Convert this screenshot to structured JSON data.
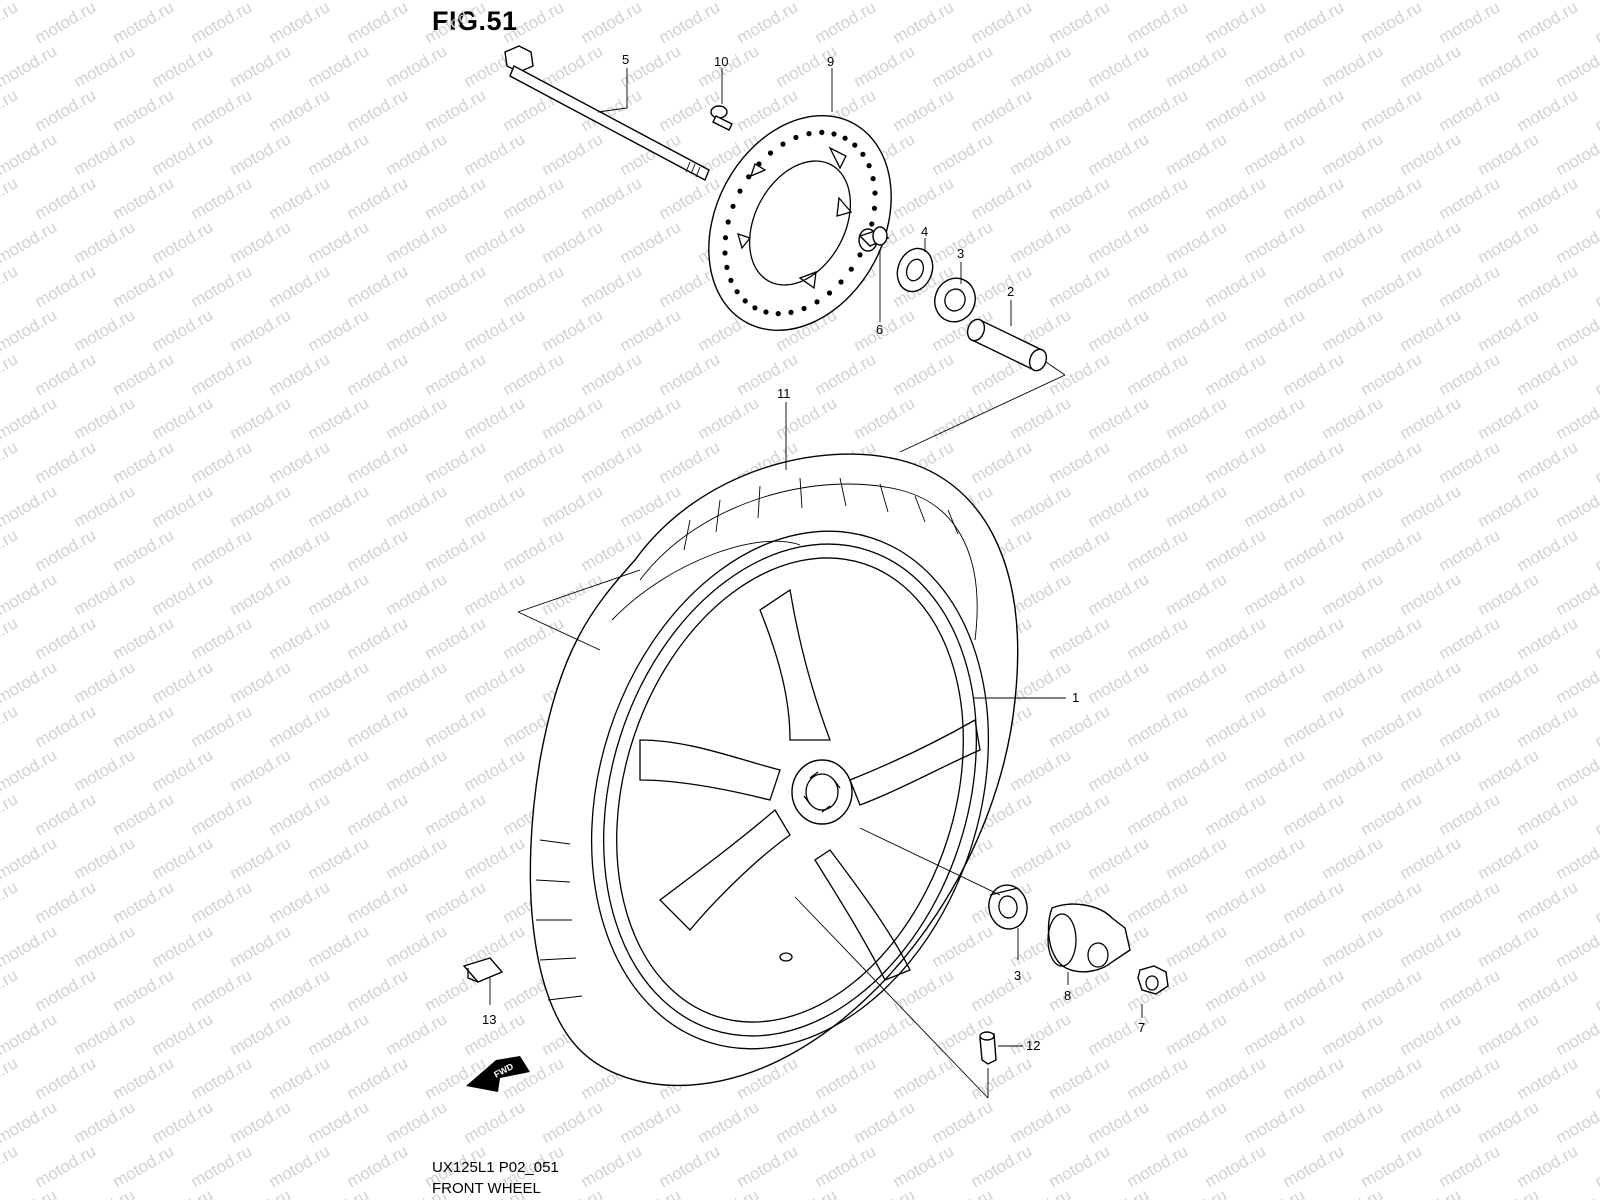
{
  "figure": {
    "title": "FIG.51",
    "model_code": "UX125L1 P02_051",
    "name": "FRONT WHEEL",
    "watermark": "motod.ru",
    "fwd_label": "FWD"
  },
  "callouts": [
    {
      "id": "1",
      "part": "wheel-rim"
    },
    {
      "id": "2",
      "part": "spacer"
    },
    {
      "id": "3",
      "part": "bearing"
    },
    {
      "id": "4",
      "part": "oil-seal"
    },
    {
      "id": "5",
      "part": "axle"
    },
    {
      "id": "6",
      "part": "collar"
    },
    {
      "id": "7",
      "part": "axle-nut"
    },
    {
      "id": "8",
      "part": "speedometer-gearbox"
    },
    {
      "id": "9",
      "part": "brake-disc"
    },
    {
      "id": "10",
      "part": "disc-bolt"
    },
    {
      "id": "11",
      "part": "tire"
    },
    {
      "id": "12",
      "part": "valve"
    },
    {
      "id": "13",
      "part": "balancer-weight"
    },
    {
      "id": "3b",
      "label": "3",
      "part": "bearing-right"
    }
  ],
  "colors": {
    "line": "#000000",
    "watermark": "#d2d2d2",
    "background": "#ffffff"
  }
}
